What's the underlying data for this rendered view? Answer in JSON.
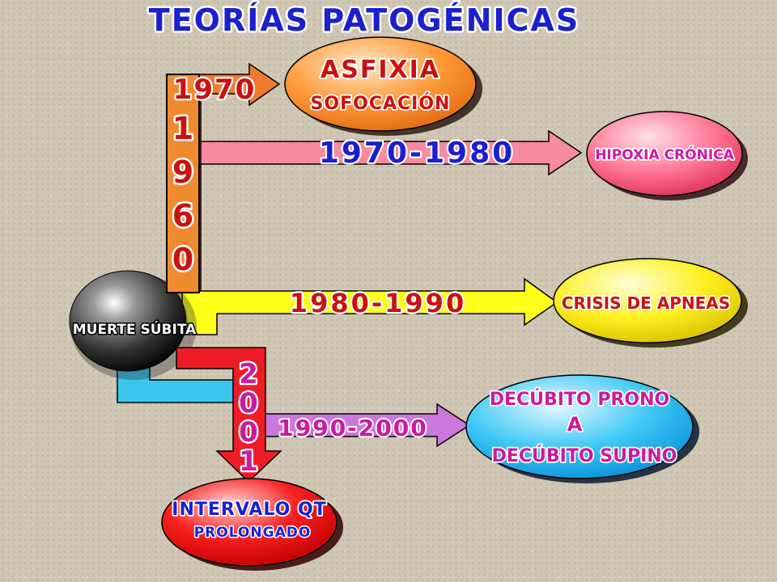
{
  "title": "TEORÍAS  PATOGÉNICAS",
  "center": {
    "label": "MUERTE SÚBITA"
  },
  "vertical_labels": {
    "left": [
      "1",
      "9",
      "6",
      "0"
    ],
    "down": [
      "2",
      "0",
      "0",
      "1"
    ],
    "top": "1970"
  },
  "arrows": [
    {
      "id": "hipoxia",
      "label": "1970-1980",
      "color": "#f58aa0"
    },
    {
      "id": "apneas",
      "label": "1980-1990",
      "color": "#ffff1a"
    },
    {
      "id": "decubito",
      "label": "1990-2000",
      "color": "#cc77dd"
    },
    {
      "id": "asfixia",
      "color": "#f07a30"
    }
  ],
  "bubbles": [
    {
      "id": "asfixia",
      "lines": [
        "ASFIXIA",
        "SOFOCACIÓN"
      ],
      "color": "#ff9a3a"
    },
    {
      "id": "hipoxia",
      "lines": [
        "HIPOXIA  CRÓNICA"
      ],
      "color": "#ff6f8f"
    },
    {
      "id": "apneas",
      "lines": [
        "CRISIS DE APNEAS"
      ],
      "color": "#ffee22"
    },
    {
      "id": "decubito",
      "lines": [
        "DECÚBITO  PRONO",
        "A",
        "DECÚBITO  SUPINO"
      ],
      "color": "#3ec8f5"
    },
    {
      "id": "qt",
      "lines": [
        "INTERVALO  QT",
        "PROLONGADO"
      ],
      "color": "#f02020"
    }
  ]
}
